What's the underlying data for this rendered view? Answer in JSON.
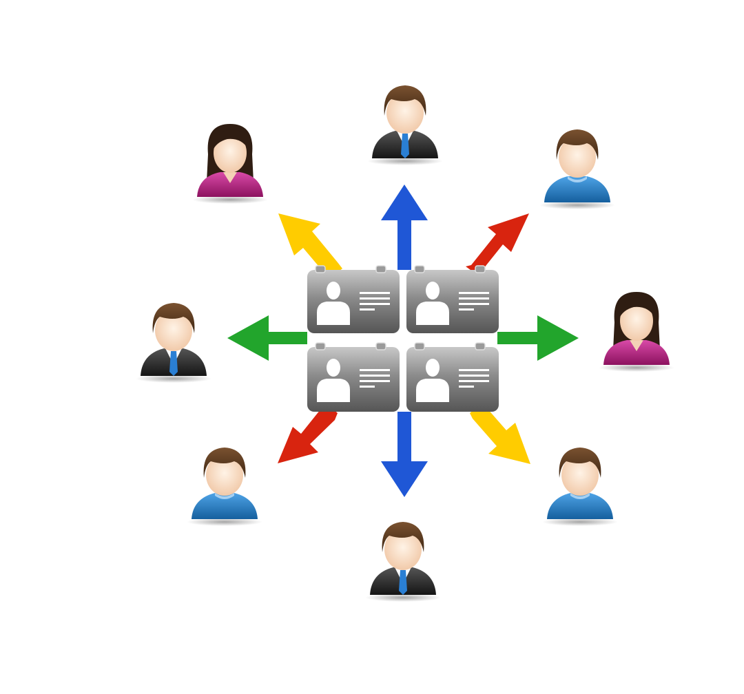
{
  "colors": {
    "arrow_vertical": "#1f57d6",
    "arrow_horizontal": "#22a52c",
    "arrow_diagonal_ne_sw": "#d8240f",
    "arrow_diagonal_nw_se": "#ffcc00",
    "card_dark": "#5f5f5f",
    "card_light": "#b4b4b4",
    "skin": "#f8dcc4",
    "hair": "#5a3a1f",
    "hair_female": "#2f1d12",
    "suit": "#2a2a2a",
    "tie": "#2a7fd4",
    "shirt_blue": "#1f7ac8",
    "shirt_magenta": "#b81f86"
  },
  "hub": {
    "icon": "id-card-grid-icon",
    "cards": [
      "id-card-icon",
      "id-card-icon",
      "id-card-icon",
      "id-card-icon"
    ]
  },
  "people": [
    {
      "position": "top",
      "type": "businessman"
    },
    {
      "position": "top-left",
      "type": "woman"
    },
    {
      "position": "top-right",
      "type": "man-blue-shirt"
    },
    {
      "position": "left",
      "type": "businessman"
    },
    {
      "position": "right",
      "type": "woman"
    },
    {
      "position": "bottom-left",
      "type": "man-blue-shirt"
    },
    {
      "position": "bottom-right",
      "type": "man-blue-shirt"
    },
    {
      "position": "bottom",
      "type": "businessman"
    }
  ],
  "arrows": [
    {
      "direction": "up",
      "color": "#1f57d6"
    },
    {
      "direction": "down",
      "color": "#1f57d6"
    },
    {
      "direction": "left",
      "color": "#22a52c"
    },
    {
      "direction": "right",
      "color": "#22a52c"
    },
    {
      "direction": "up-left",
      "color": "#ffcc00"
    },
    {
      "direction": "down-right",
      "color": "#ffcc00"
    },
    {
      "direction": "up-right",
      "color": "#d8240f"
    },
    {
      "direction": "down-left",
      "color": "#d8240f"
    }
  ]
}
